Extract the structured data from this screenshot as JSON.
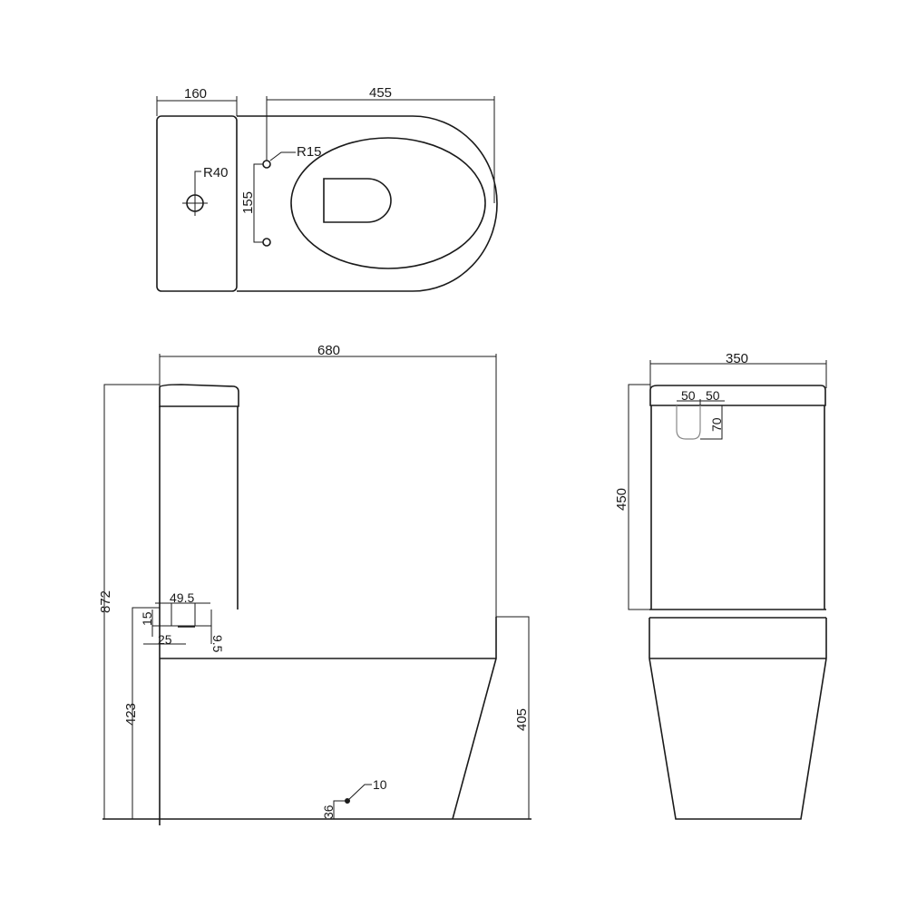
{
  "drawing": {
    "subject": "Close-coupled toilet technical drawing",
    "line_color": "#1a1a1a",
    "background": "#ffffff"
  },
  "top_view": {
    "cistern_width": "160",
    "bowl_length": "455",
    "flush_hole_radius": "R40",
    "fixing_hole_radius": "R15",
    "fixing_hole_spacing": "155"
  },
  "side_view": {
    "overall_length": "680",
    "overall_height": "872",
    "seat_height": "423",
    "pan_height": "405",
    "inlet_width": "49.5",
    "inlet_offset_top": "15",
    "inlet_offset_left": "25",
    "inlet_depth": "9.5",
    "floor_fixing_height": "36",
    "floor_fixing_diameter": "10"
  },
  "front_view": {
    "overall_width": "350",
    "cistern_height": "450",
    "button_spacing_left": "50",
    "button_spacing_right": "50",
    "button_depth": "70"
  }
}
